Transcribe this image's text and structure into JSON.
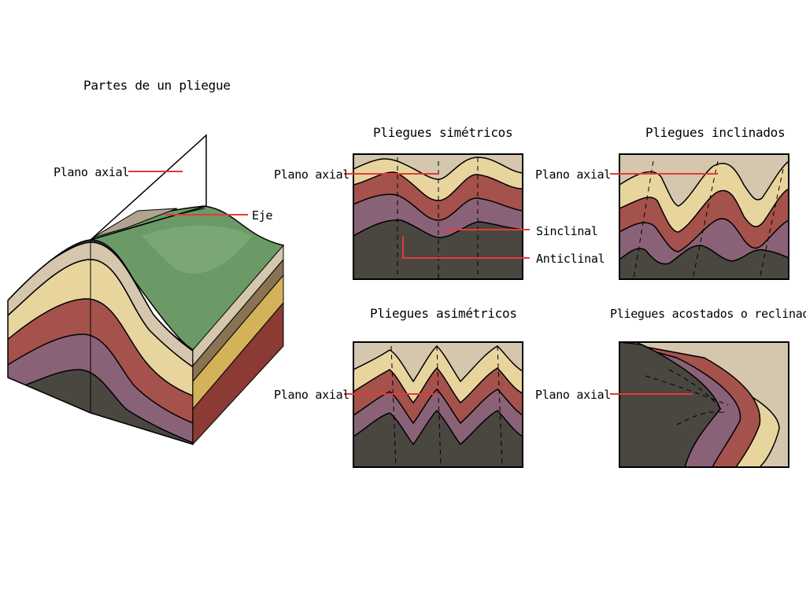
{
  "block": {
    "title": "Partes de un pliegue",
    "label_axial": "Plano axial",
    "label_axis": "Eje"
  },
  "panels": {
    "symmetric": {
      "title": "Pliegues simétricos",
      "label_axial": "Plano axial",
      "label_syncline": "Sinclinal",
      "label_anticline": "Anticlinal"
    },
    "inclined": {
      "title": "Pliegues inclinados",
      "label_axial": "Plano axial"
    },
    "asymmetric": {
      "title": "Pliegues asimétricos",
      "label_axial": "Plano axial"
    },
    "recumbent": {
      "title": "Pliegues acostados o reclinados",
      "label_axial": "Plano axial"
    }
  },
  "colors": {
    "top_layer": "#d4c7ae",
    "cream_layer": "#e8d59e",
    "red_layer": "#a4524b",
    "purple_layer": "#8a6278",
    "dark_core": "#4a4640",
    "surface_green": "#6b9a66",
    "leader_line": "#e23a3a"
  }
}
